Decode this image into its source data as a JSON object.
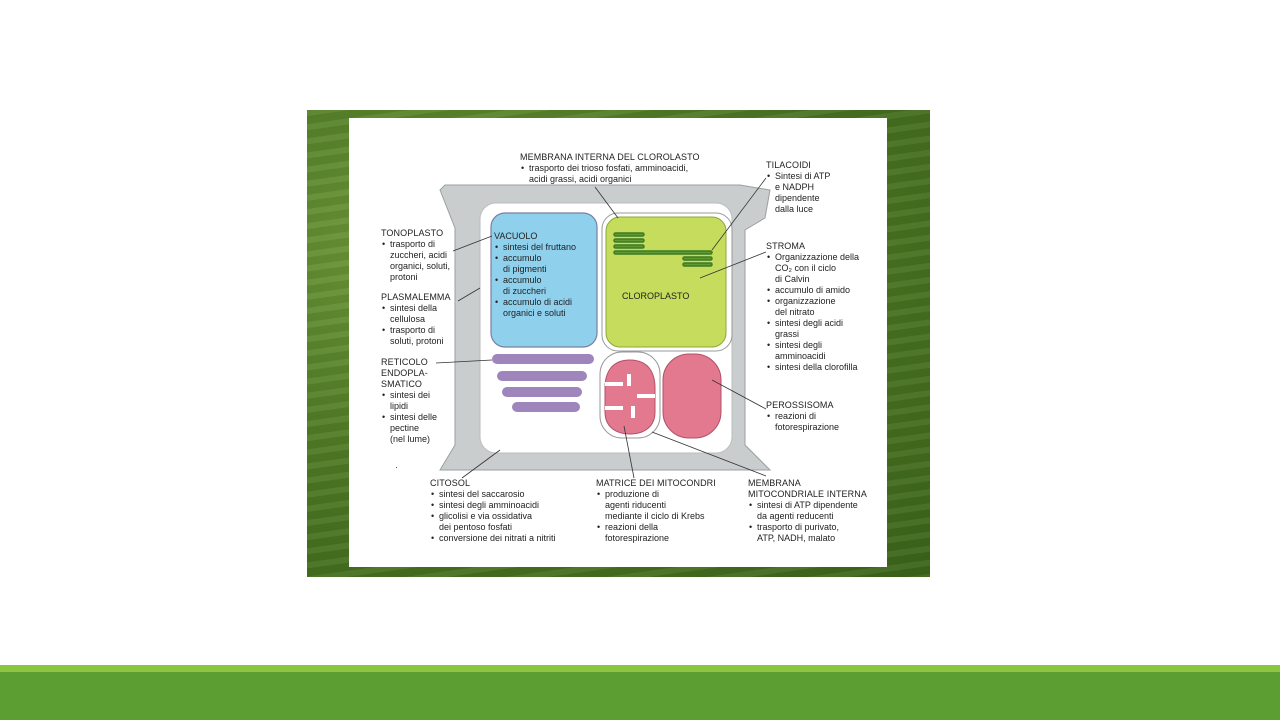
{
  "colors": {
    "footer_light": "#8cc63f",
    "footer_dark": "#5d9e32",
    "cell_wall": "#c9cdcd",
    "vacuole": "#8fd0ec",
    "chloroplast": "#c6dc5c",
    "mitochondrion": "#e3798f",
    "peroxisome": "#e3798f",
    "er": "#9e86bd"
  },
  "labels": {
    "membrana_interna": {
      "title": "MEMBRANA INTERNA DEL CLOROLASTO",
      "items": [
        "trasporto dei trioso fosfati, amminoacidi,\nacidi grassi, acidi organici"
      ]
    },
    "tilacoidi": {
      "title": "TILACOIDI",
      "items": [
        "Sintesi di ATP\ne NADPH\ndipendente\ndalla luce"
      ]
    },
    "tonoplasto": {
      "title": "TONOPLASTO",
      "items": [
        "trasporto di\nzuccheri, acidi\norganici, soluti,\nprotoni"
      ]
    },
    "plasmalemma": {
      "title": "PLASMALEMMA",
      "items": [
        "sintesi della\ncellulosa",
        "trasporto di\nsoluti, protoni"
      ]
    },
    "reticolo": {
      "title": "RETICOLO\nENDOPLA-\nSMATICO",
      "items": [
        "sintesi dei\nlipidi",
        "sintesi delle\npectine\n(nel lume)"
      ]
    },
    "stroma": {
      "title": "STROMA",
      "items": [
        "Organizzazione della\nCO₂ con il ciclo\ndi Calvin",
        "accumulo di amido",
        "organizzazione\ndel nitrato",
        "sintesi degli acidi\ngrassi",
        "sintesi degli\namminoacidi",
        "sintesi della clorofilla"
      ]
    },
    "perossisoma": {
      "title": "PEROSSISOMA",
      "items": [
        "reazioni di\nfotorespirazione"
      ]
    },
    "citosol": {
      "title": "CITOSOL",
      "items": [
        "sintesi del saccarosio",
        "sintesi degli amminoacidi",
        "glicolisi e via ossidativa\ndei pentoso fosfati",
        "conversione dei nitrati a nitriti"
      ]
    },
    "matrice": {
      "title": "MATRICE DEI MITOCONDRI",
      "items": [
        "produzione di\nagenti riducenti\nmediante il ciclo di Krebs",
        "reazioni della\nfotorespirazione"
      ]
    },
    "membrana_mito": {
      "title": "MEMBRANA\nMITOCONDRIALE INTERNA",
      "items": [
        "sintesi di ATP dipendente\nda agenti reducenti",
        "trasporto di purivato,\nATP, NADH, malato"
      ]
    }
  },
  "vacuolo": {
    "title": "VACUOLO",
    "items": [
      "sintesi del fruttano",
      "accumulo\ndi pigmenti",
      "accumulo\ndi zuccheri",
      "accumulo di acidi\norganici e soluti"
    ]
  },
  "cloroplasto_label": "CLOROPLASTO",
  "stray_mark": "·"
}
